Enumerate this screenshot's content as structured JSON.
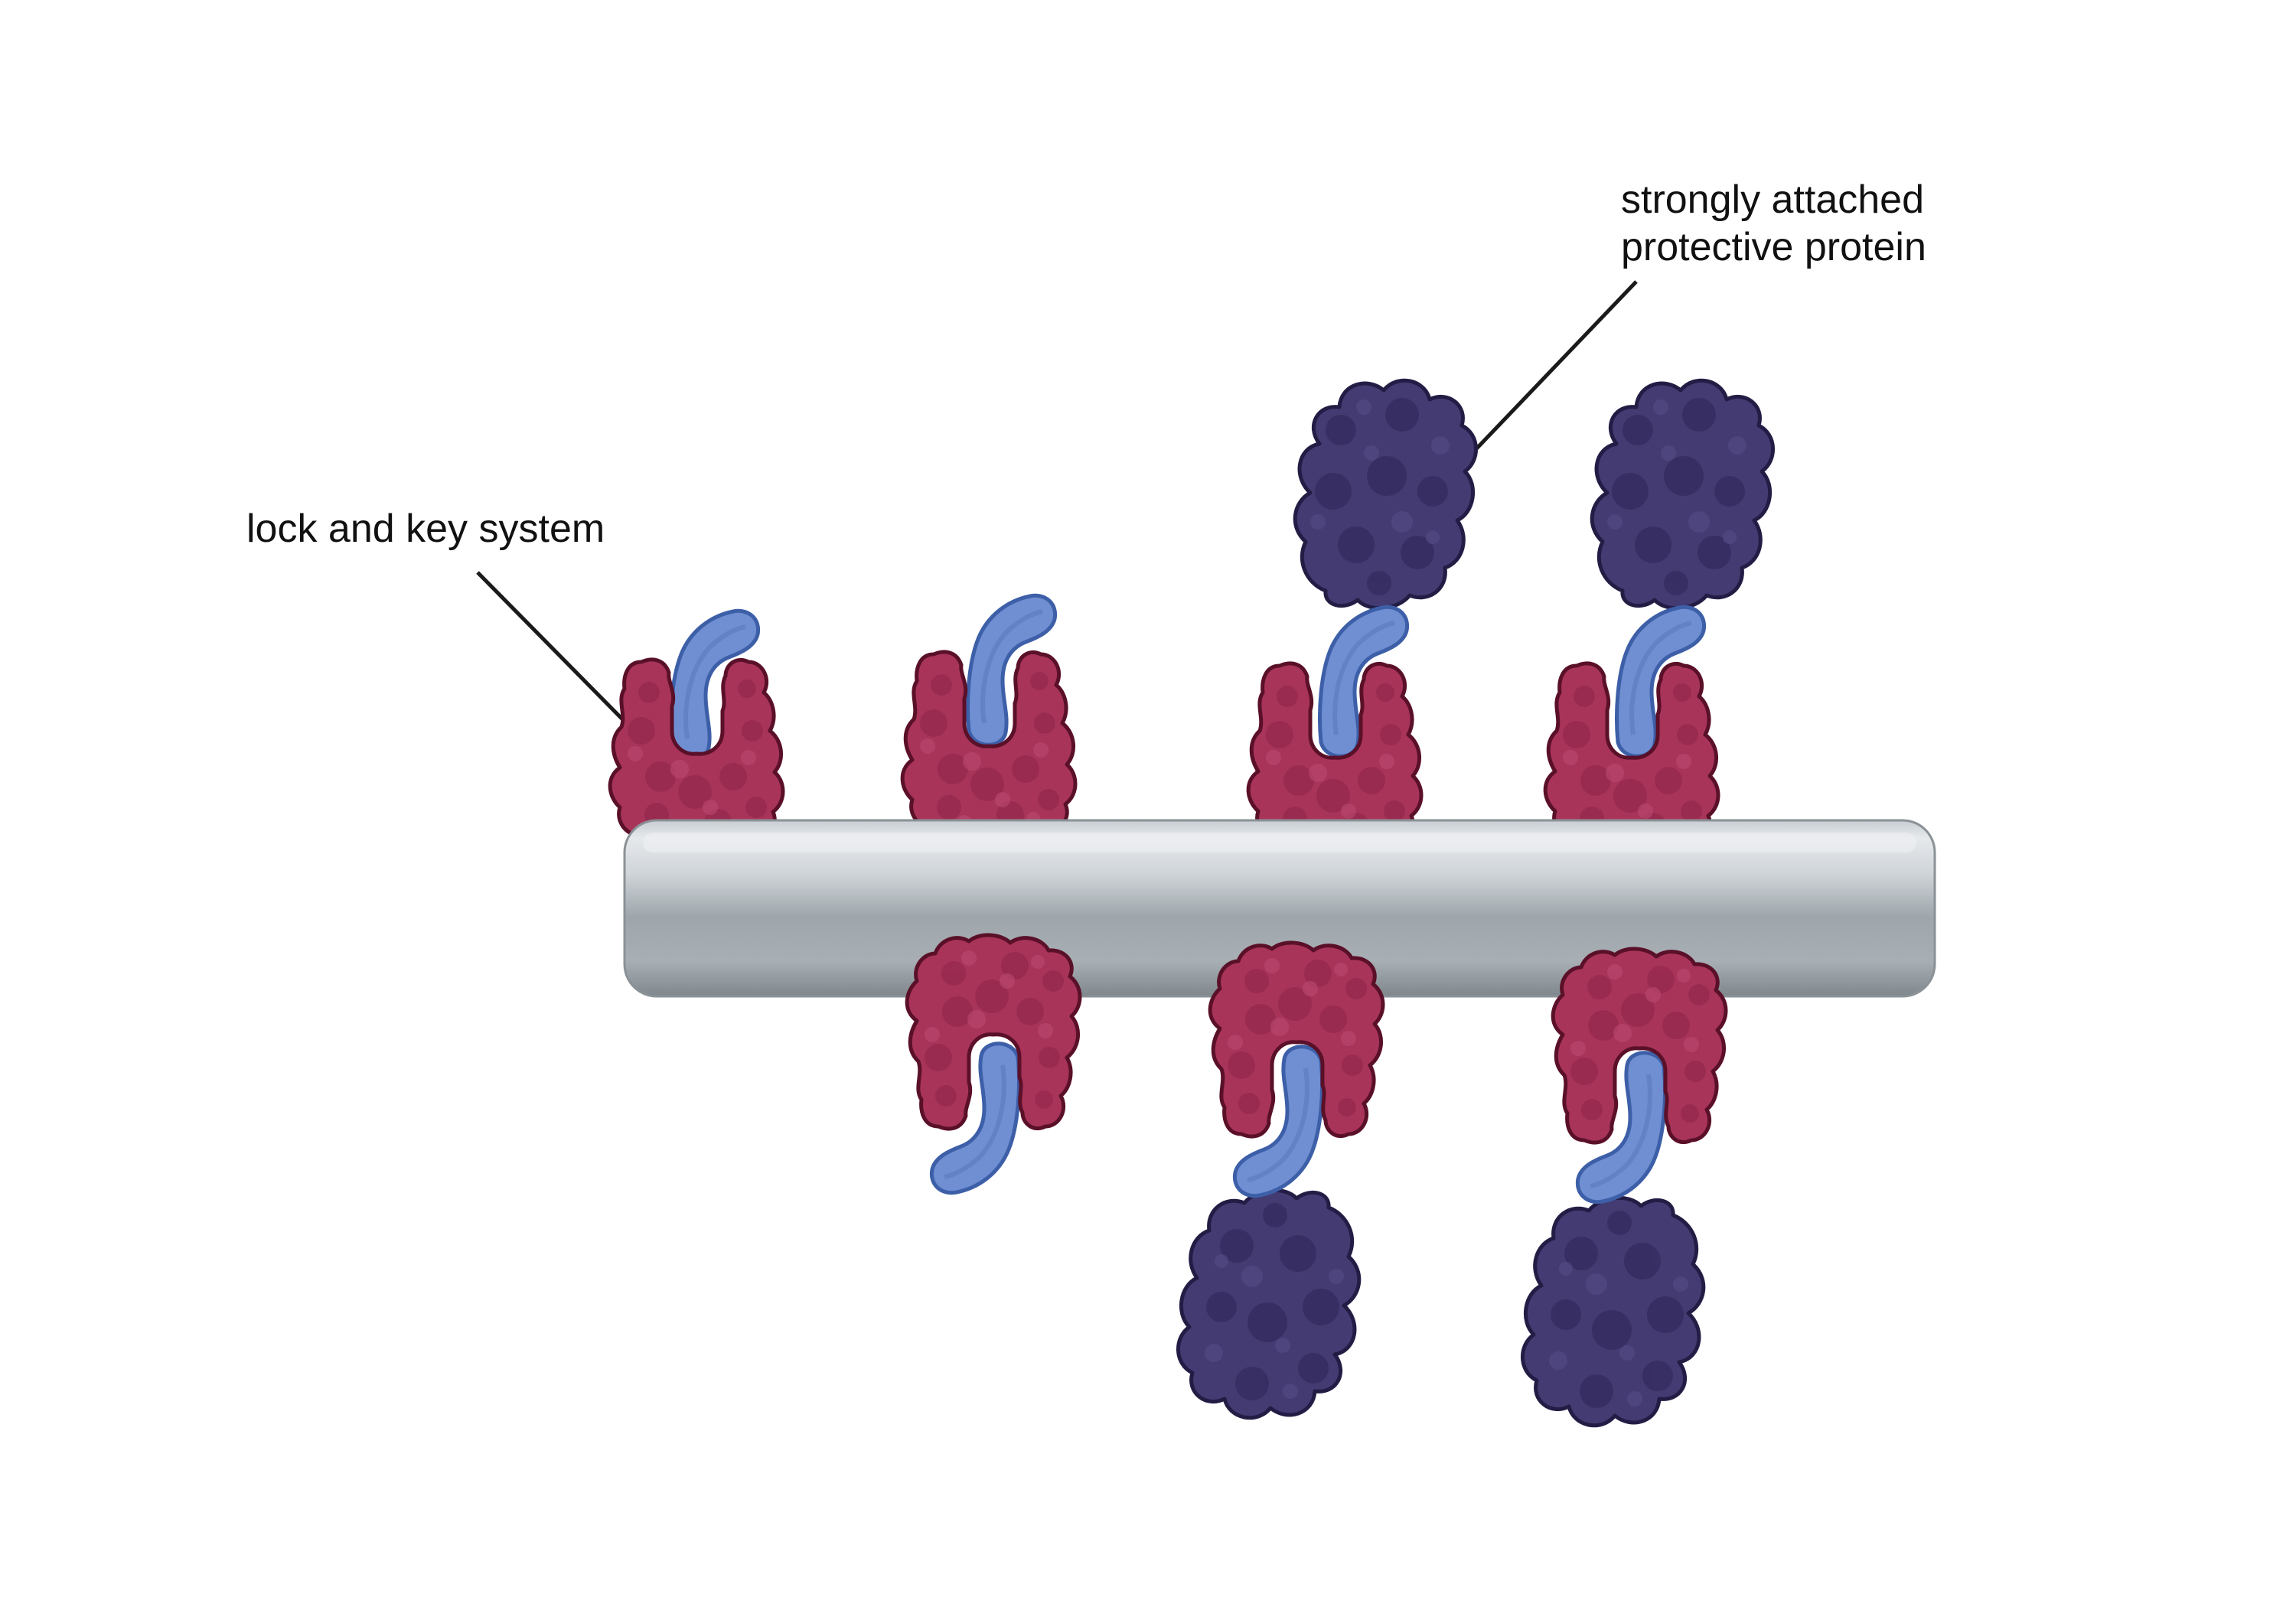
{
  "labels": {
    "lock_and_key": "lock and key system",
    "protective_line1": "strongly attached",
    "protective_line2": "protective protein"
  },
  "colors": {
    "lock_protein": "#a8345a",
    "lock_outline": "#5a1028",
    "key_peptide": "#6f8fd2",
    "key_outline": "#3d5fa8",
    "protective_protein": "#433b72",
    "protective_outline": "#231d45",
    "rod_light": "#e2e6ea",
    "rod_dark": "#8e979c",
    "leader_line": "#1a1a1a"
  },
  "icons": [
    "lock-protein-icon",
    "key-peptide-icon",
    "protective-protein-icon",
    "nanorod-icon"
  ]
}
